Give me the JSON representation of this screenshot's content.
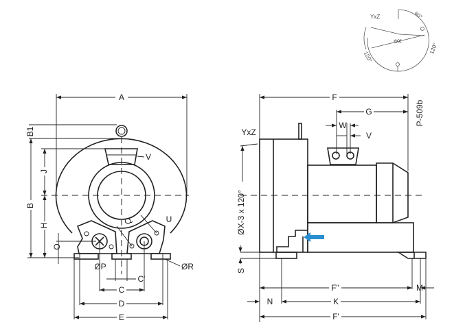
{
  "drawing_code": "P-509b",
  "arrow_color": "#2a8fd0",
  "flange_detail": {
    "label_yxz": "YxZ",
    "label_dia": "ΦX",
    "angle_top": "60°",
    "angle_right": "120°",
    "angle_left": "120°"
  },
  "front_view": {
    "A": "A",
    "B1": "B1",
    "B": "B",
    "J": "J",
    "H": "H",
    "O": "O",
    "V": "V",
    "Q": "Q",
    "U": "U",
    "P": "ØP",
    "R": "ØR",
    "C_prime": "C'",
    "C": "C",
    "D": "D",
    "E": "E"
  },
  "side_view": {
    "F": "F",
    "G": "G",
    "W": "W",
    "V": "V",
    "YxZ": "YxZ",
    "X": "ØX-3 x 120°",
    "S": "S",
    "F_dbl": "F\"",
    "M": "M",
    "N": "N",
    "K": "K",
    "F_prime": "F'"
  }
}
